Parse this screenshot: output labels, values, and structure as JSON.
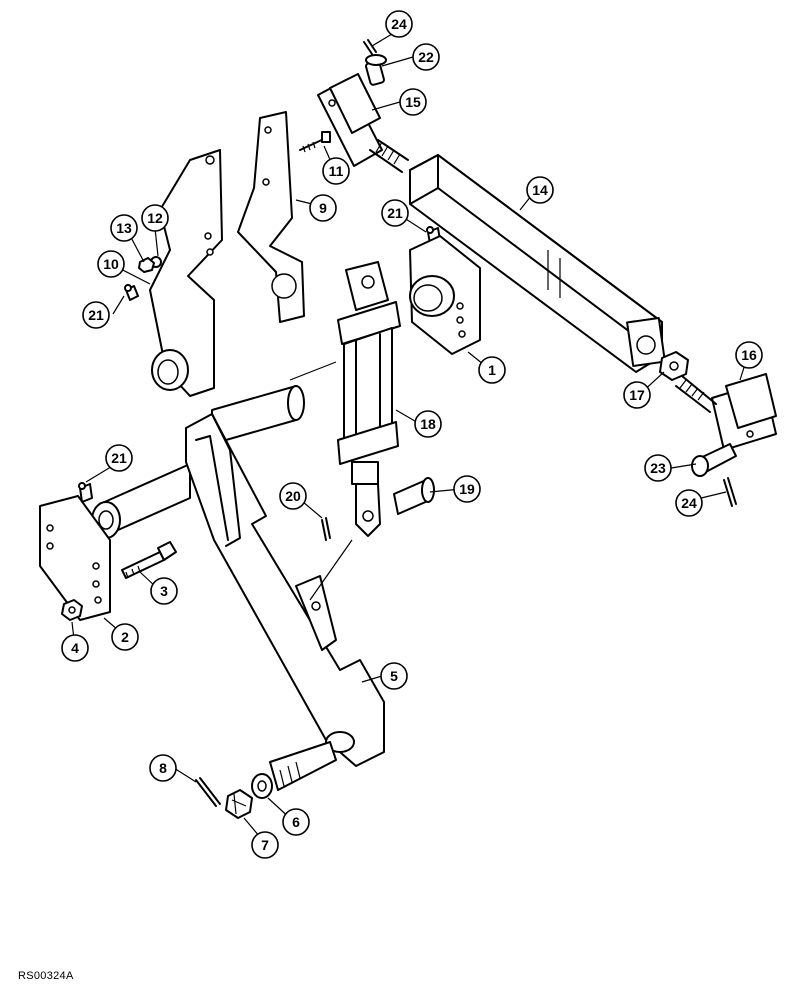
{
  "callouts": [
    {
      "id": "c1",
      "number": "1"
    },
    {
      "id": "c2",
      "number": "2"
    },
    {
      "id": "c3",
      "number": "3"
    },
    {
      "id": "c4",
      "number": "4"
    },
    {
      "id": "c5",
      "number": "5"
    },
    {
      "id": "c6",
      "number": "6"
    },
    {
      "id": "c7",
      "number": "7"
    },
    {
      "id": "c8",
      "number": "8"
    },
    {
      "id": "c9",
      "number": "9"
    },
    {
      "id": "c10",
      "number": "10"
    },
    {
      "id": "c11",
      "number": "11"
    },
    {
      "id": "c12",
      "number": "12"
    },
    {
      "id": "c13",
      "number": "13"
    },
    {
      "id": "c14",
      "number": "14"
    },
    {
      "id": "c15",
      "number": "15"
    },
    {
      "id": "c16",
      "number": "16"
    },
    {
      "id": "c17",
      "number": "17"
    },
    {
      "id": "c18",
      "number": "18"
    },
    {
      "id": "c19",
      "number": "19"
    },
    {
      "id": "c20",
      "number": "20"
    },
    {
      "id": "c21a",
      "number": "21"
    },
    {
      "id": "c21b",
      "number": "21"
    },
    {
      "id": "c21c",
      "number": "21"
    },
    {
      "id": "c22",
      "number": "22"
    },
    {
      "id": "c23",
      "number": "23"
    },
    {
      "id": "c24a",
      "number": "24"
    },
    {
      "id": "c24b",
      "number": "24"
    }
  ],
  "reference_code": "RS00324A"
}
